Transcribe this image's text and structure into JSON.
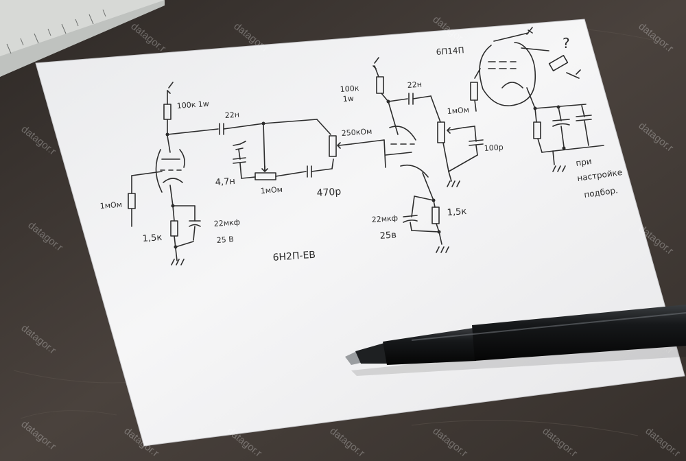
{
  "watermark": "datagor.r",
  "schematic": {
    "labels": {
      "r_plate_1": "100к 1w",
      "c_coupling_1": "22н",
      "r_grid_1": "1мОм",
      "r_cathode_1": "1,5к",
      "c_cathode_1": "22мкф",
      "c_cathode_1_voltage": "25 В",
      "tube_1": "6Н2П-ЕВ",
      "c_tone": "4,7н",
      "pot_1": "1мОм",
      "c_series": "470р",
      "pot_2": "250кОм",
      "r_plate_2": "100к",
      "r_plate_2_power": "1w",
      "c_coupling_2": "22н",
      "c_cathode_2": "22мкф",
      "c_cathode_2_voltage": "25в",
      "r_cathode_2": "1,5к",
      "tube_2": "6П14П",
      "pot_3": "1мОм",
      "c_grid_3": "100р",
      "question_mark": "?",
      "note_line_1": "при",
      "note_line_2": "настройке",
      "note_line_3": "подбор."
    }
  }
}
